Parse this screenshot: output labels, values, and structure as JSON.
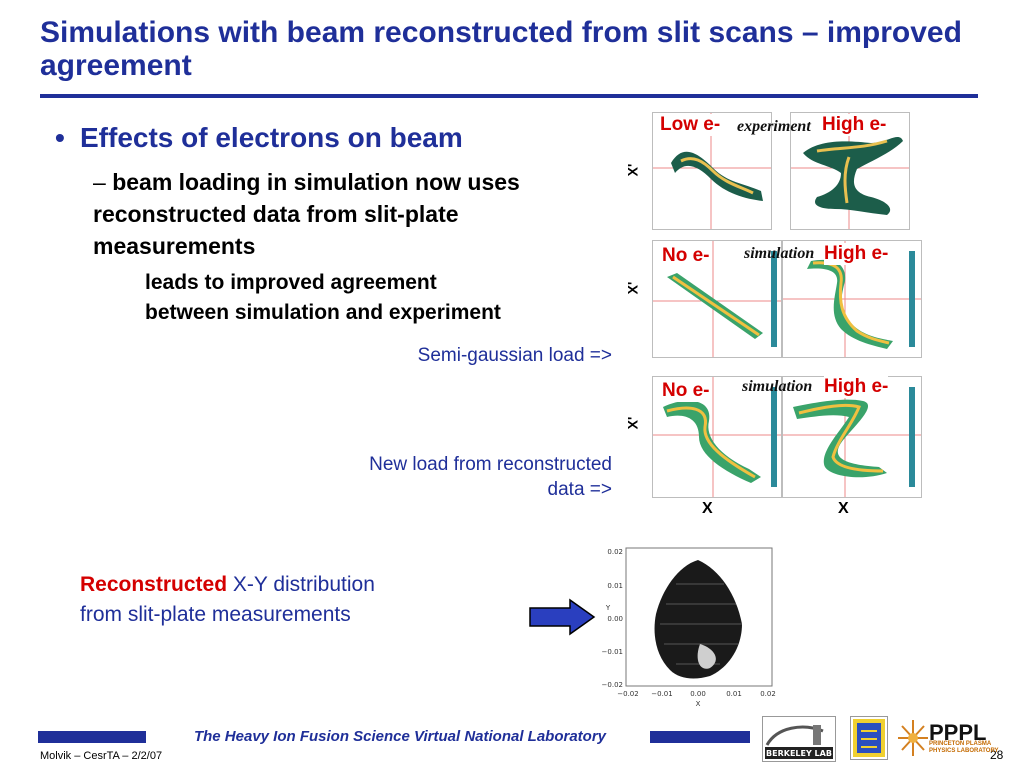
{
  "slide": {
    "title": "Simulations with beam reconstructed from slit scans – improved agreement",
    "bullet": "•",
    "main_point": "Effects of electrons on beam",
    "sub_dash": "–",
    "sub_point": "beam loading in simulation now uses reconstructed data from slit-plate measurements",
    "sub_sub_point": "leads to improved agreement between simulation and experiment",
    "semi_label": "Semi-gaussian load =>",
    "newload_label": "New load from reconstructed data =>",
    "recon_red": "Reconstructed",
    "recon_rest": " X-Y distribution from slit-plate measurements"
  },
  "plots": {
    "row1": {
      "left": "Low e-",
      "middle": "experiment",
      "right": "High e-",
      "ylabel": "X'"
    },
    "row2": {
      "left": "No e-",
      "middle": "simulation",
      "right": "High e-",
      "ylabel": "X'"
    },
    "row3": {
      "left": "No e-",
      "middle": "simulation",
      "right": "High e-",
      "ylabel": "X'"
    },
    "xlabel_left": "X",
    "xlabel_right": "X"
  },
  "xy_plot": {
    "yticks": [
      "0.02",
      "0.01",
      "0.00",
      "−0.01",
      "−0.02"
    ],
    "xticks": [
      "−0.02",
      "−0.01",
      "0.00",
      "0.01",
      "0.02"
    ],
    "xlabel": "X",
    "ylabel": "Y"
  },
  "footer": {
    "lab": "The Heavy Ion Fusion Science Virtual National Laboratory",
    "author": "Molvik – CesrTA – 2/2/07",
    "page": "28",
    "pppl": "PPPL",
    "pppl_sub": "PRINCETON PLASMA PHYSICS LABORATORY",
    "berkeley": "BERKELEY LAB"
  },
  "colors": {
    "title_blue": "#1f2f99",
    "label_red": "#d40000",
    "arrow_blue": "#2a3fbf"
  }
}
